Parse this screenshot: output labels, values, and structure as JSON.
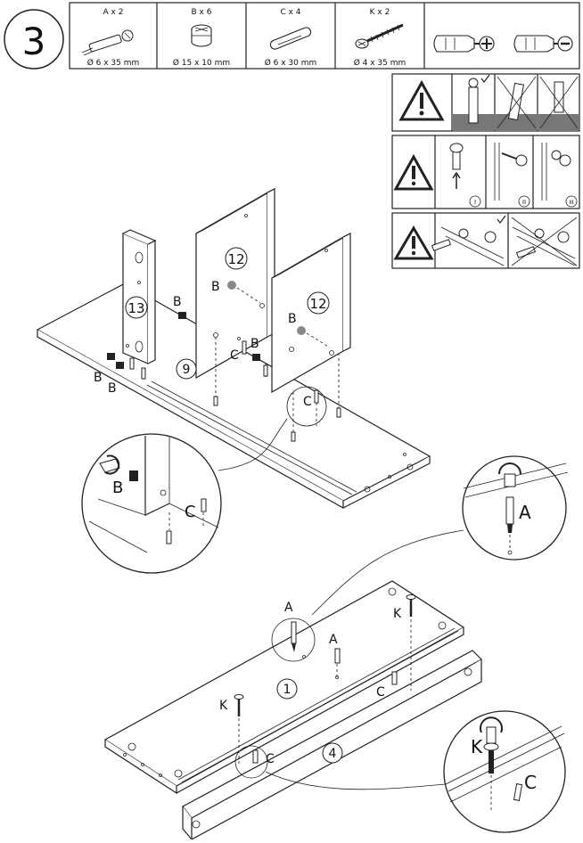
{
  "step": {
    "number": "3"
  },
  "parts": [
    {
      "label": "A x 2",
      "dim": "Ø 6 x 35 mm",
      "icon": "dowel-cam-bolt-icon"
    },
    {
      "label": "B x 6",
      "dim": "Ø 15 x 10 mm",
      "icon": "cam-lock-icon"
    },
    {
      "label": "C x 4",
      "dim": "Ø 6 x 30 mm",
      "icon": "wooden-dowel-icon"
    },
    {
      "label": "K x 2",
      "dim": "Ø 4 x 35 mm",
      "icon": "screw-icon"
    }
  ],
  "tools": [
    "phillips-screwdriver-icon",
    "flathead-screwdriver-icon"
  ],
  "warnings": {
    "roman": [
      "I",
      "II",
      "III"
    ]
  },
  "main": {
    "panel_13": "13",
    "panel_12a": "12",
    "panel_12b": "12",
    "panel_9": "9",
    "panel_1": "1",
    "panel_4": "4",
    "letter_b": "B",
    "letter_c": "C",
    "letter_a": "A",
    "letter_k": "K"
  }
}
